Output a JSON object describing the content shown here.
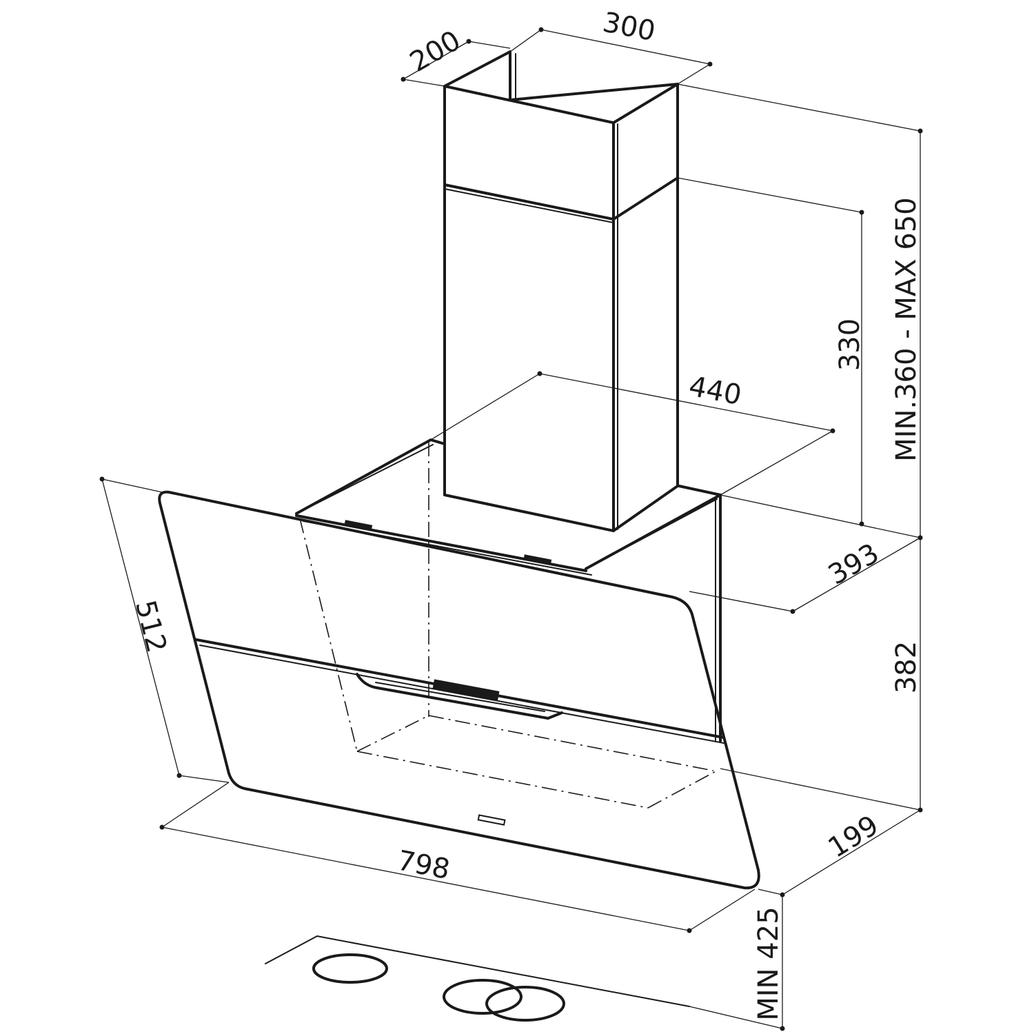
{
  "dimensions": {
    "chimney_depth": "200",
    "chimney_width": "300",
    "chimney_height_range": "MIN.360 - MAX 650",
    "upper_chimney": "330",
    "canopy_width_top": "440",
    "canopy_depth_top": "393",
    "canopy_height": "382",
    "canopy_depth_bottom": "199",
    "glass_panel_height": "512",
    "total_width": "798",
    "min_clearance": "MIN 425"
  },
  "colors": {
    "line": "#1a1a1a",
    "background": "#ffffff"
  }
}
